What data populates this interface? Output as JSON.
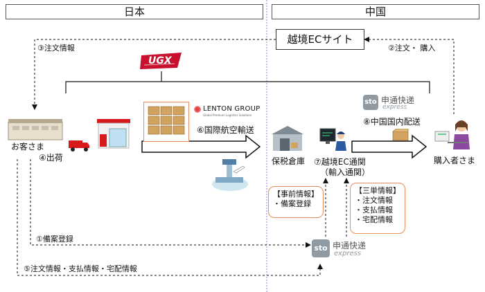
{
  "regions": {
    "japan": "日本",
    "china": "中国"
  },
  "ec_site": "越境ECサイト",
  "labels": {
    "order_info_3": "③注文情報",
    "order_purchase_2": "②注文・ 購入",
    "customer": "お客さま",
    "ship_4": "④出荷",
    "air_6": "⑥国際航空輸送",
    "bonded": "保税倉庫",
    "customs_7_line1": "⑦越境EC通関",
    "customs_7_line2": "（輸入通関）",
    "domestic_8": "⑧中国国内配送",
    "buyer": "購入者さま",
    "register_1": "①備案登録",
    "info_5": "⑤注文情報・支払情報・宅配情報"
  },
  "prior_info": {
    "title": "【事前情報】",
    "item": "・備案登録"
  },
  "three_info": {
    "title": "【三単情報】",
    "items": [
      "・注文情報",
      "・支払情報",
      "・宅配情報"
    ]
  },
  "logos": {
    "ugx": "UGX",
    "lenton": "LENTON GROUP",
    "lenton_sub": "Global Premium Logistics Solutions",
    "sto_mark": "sto",
    "sto_name": "申通快递",
    "sto_express": "express"
  },
  "colors": {
    "accent_orange": "#e58c5a",
    "divider": "#8a82c8",
    "ugx_red": "#c8102e",
    "sto_grey": "#8f9aa3"
  }
}
